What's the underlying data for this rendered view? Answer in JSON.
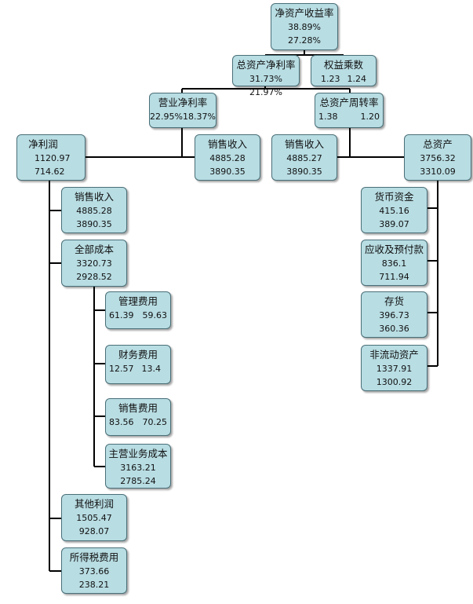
{
  "nodes": {
    "roe": {
      "title": "净资产收益率",
      "v1": "38.89%",
      "v2": "27.28%"
    },
    "roa": {
      "title": "总资产净利率",
      "v1": "31.73%",
      "v2": "21.97%"
    },
    "equity_mult": {
      "title": "权益乘数",
      "v1": "1.23",
      "v2": "1.24"
    },
    "net_margin": {
      "title": "营业净利率",
      "v1": "22.95%",
      "v2": "18.37%"
    },
    "asset_turnover": {
      "title": "总资产周转率",
      "v1": "1.38",
      "v2": "1.20"
    },
    "net_profit": {
      "title": "净利润",
      "v1": "1120.97",
      "v2": "714.62"
    },
    "sales_a": {
      "title": "销售收入",
      "v1": "4885.28",
      "v2": "3890.35"
    },
    "sales_b": {
      "title": "销售收入",
      "v1": "4885.27",
      "v2": "3890.35"
    },
    "total_assets": {
      "title": "总资产",
      "v1": "3756.32",
      "v2": "3310.09"
    },
    "sales_c": {
      "title": "销售收入",
      "v1": "4885.28",
      "v2": "3890.35"
    },
    "total_cost": {
      "title": "全部成本",
      "v1": "3320.73",
      "v2": "2928.52"
    },
    "mgmt_exp": {
      "title": "管理费用",
      "v1": "61.39",
      "v2": "59.63"
    },
    "fin_exp": {
      "title": "财务费用",
      "v1": "12.57",
      "v2": "13.4"
    },
    "sell_exp": {
      "title": "销售费用",
      "v1": "83.56",
      "v2": "70.25"
    },
    "main_cost": {
      "title": "主营业务成本",
      "v1": "3163.21",
      "v2": "2785.24"
    },
    "other_profit": {
      "title": "其他利润",
      "v1": "1505.47",
      "v2": "928.07"
    },
    "income_tax": {
      "title": "所得税费用",
      "v1": "373.66",
      "v2": "238.21"
    },
    "cash": {
      "title": "货币资金",
      "v1": "415.16",
      "v2": "389.07"
    },
    "receivables": {
      "title": "应收及预付款",
      "v1": "836.1",
      "v2": "711.94"
    },
    "inventory": {
      "title": "存货",
      "v1": "396.73",
      "v2": "360.36"
    },
    "noncurrent": {
      "title": "非流动资产",
      "v1": "1337.91",
      "v2": "1300.92"
    }
  }
}
